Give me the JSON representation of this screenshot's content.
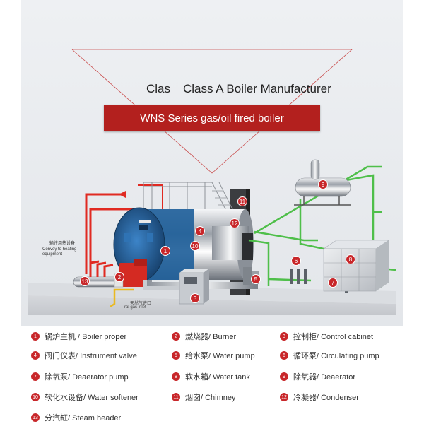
{
  "header": {
    "title_fragment": "Clas",
    "title": "Class A Boiler Manufacturer",
    "banner": "WNS Series gas/oil fired boiler"
  },
  "labels": {
    "convey_cn": "输往用热设备",
    "convey_en": "Convey to heating equipment",
    "gas_inlet_cn": "天然气进口",
    "gas_inlet_en": "ral gas inlet"
  },
  "markers": [
    "1",
    "2",
    "3",
    "4",
    "5",
    "6",
    "7",
    "8",
    "9",
    "10",
    "11",
    "12",
    "13"
  ],
  "legend": [
    {
      "num": "1",
      "text": "锅炉主机 / Boiler proper"
    },
    {
      "num": "2",
      "text": "燃烧器/ Burner"
    },
    {
      "num": "3",
      "text": "控制柜/ Control cabinet"
    },
    {
      "num": "4",
      "text": "阀门仪表/ Instrument valve"
    },
    {
      "num": "5",
      "text": "给水泵/ Water pump"
    },
    {
      "num": "6",
      "text": "循环泵/ Circulating pump"
    },
    {
      "num": "7",
      "text": "除氧泵/ Deaerator pump"
    },
    {
      "num": "8",
      "text": "软水箱/ Water tank"
    },
    {
      "num": "9",
      "text": "除氧器/ Deaerator"
    },
    {
      "num": "10",
      "text": "软化水设备/ Water softener"
    },
    {
      "num": "11",
      "text": "烟囱/ Chimney"
    },
    {
      "num": "12",
      "text": "冷凝器/ Condenser"
    },
    {
      "num": "13",
      "text": "分汽缸/ Steam header"
    }
  ],
  "colors": {
    "accent_red": "#b3201e",
    "marker_red": "#c8272a",
    "boiler_blue": "#1f5f9a",
    "pipe_red": "#e02a22",
    "pipe_green": "#4fbf4a"
  }
}
